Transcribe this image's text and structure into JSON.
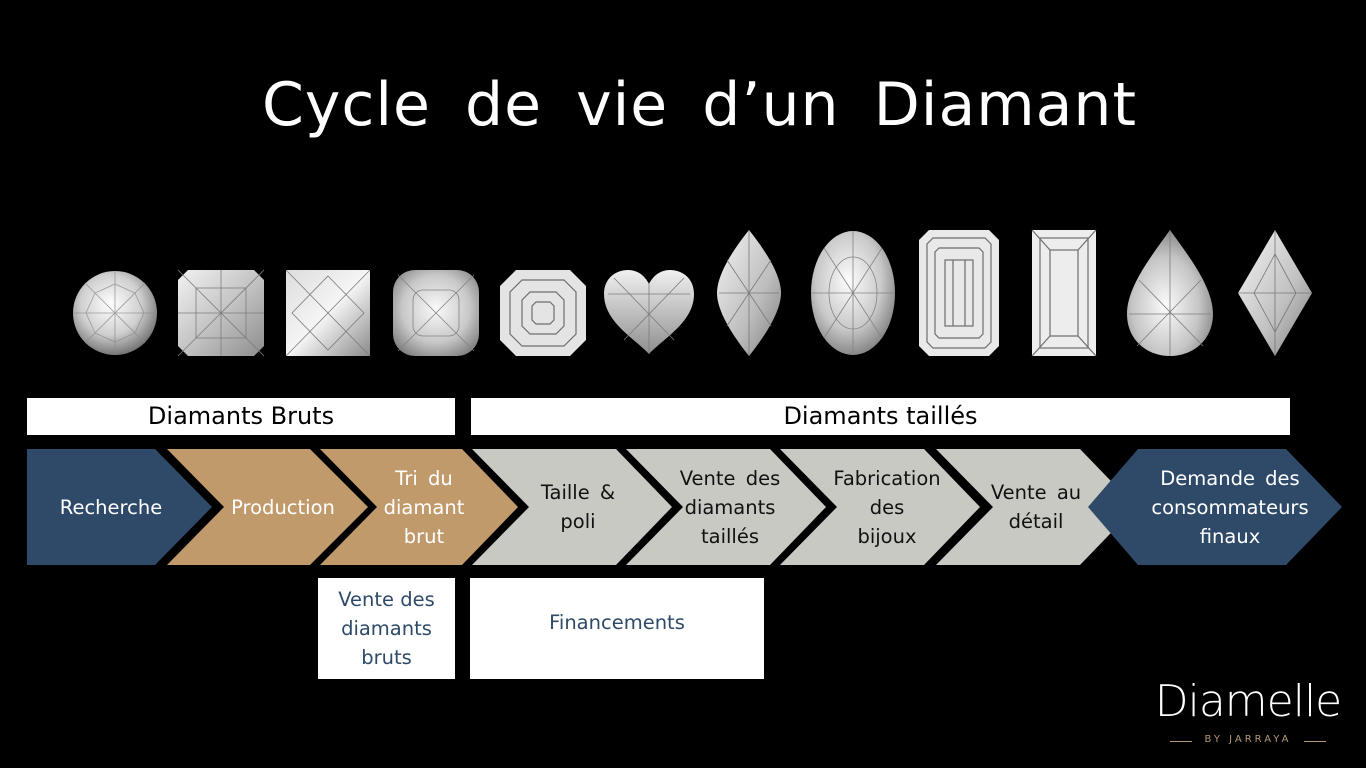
{
  "title": "Cycle de vie d’un Diamant",
  "gems": [
    "round",
    "radiant",
    "princess",
    "cushion",
    "asscher",
    "heart",
    "marquise",
    "oval",
    "emerald",
    "baguette",
    "pear",
    "lozenge"
  ],
  "categories": {
    "rough": "Diamants Bruts",
    "cut": "Diamants taillés"
  },
  "steps": [
    {
      "lines": [
        "Recherche"
      ],
      "color": "#2e4a68"
    },
    {
      "lines": [
        "Production"
      ],
      "color": "#c19a6b"
    },
    {
      "lines": [
        "Tri du",
        "diamant",
        "brut"
      ],
      "color": "#c19a6b"
    },
    {
      "lines": [
        "Taille &",
        "poli"
      ],
      "color": "#c9c9c4"
    },
    {
      "lines": [
        "Vente des",
        "diamants",
        "taillés"
      ],
      "color": "#c9c9c4"
    },
    {
      "lines": [
        "Fabrication",
        "des",
        "bijoux"
      ],
      "color": "#c9c9c4"
    },
    {
      "lines": [
        "Vente au",
        "détail"
      ],
      "color": "#c9c9c4"
    },
    {
      "lines": [
        "Demande des",
        "consommateurs",
        "finaux"
      ],
      "color": "#2e4a68"
    }
  ],
  "notes": {
    "rough_sales": [
      "Vente des",
      "diamants",
      "bruts"
    ],
    "financing": [
      "Financements"
    ]
  },
  "logo": {
    "word": "Diamelle",
    "sub": "BY JARRAYA"
  }
}
